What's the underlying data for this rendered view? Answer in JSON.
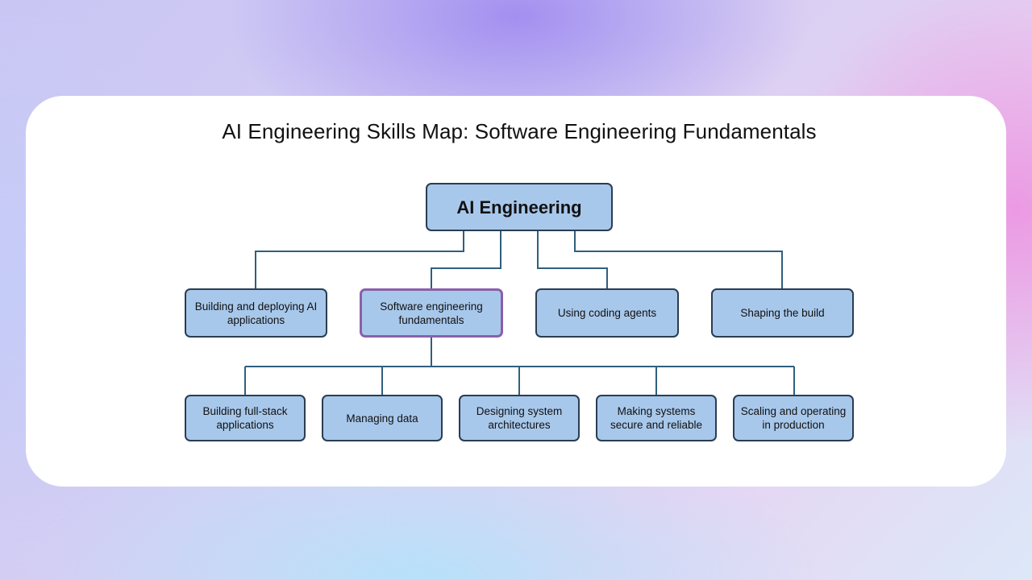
{
  "title": "AI Engineering Skills Map: Software Engineering Fundamentals",
  "colors": {
    "node_fill": "#a8c8eb",
    "node_border": "#2a3d52",
    "highlight_border": "#8b5fa8",
    "connector": "#2f5f7f"
  },
  "diagram": {
    "root": "AI Engineering",
    "level1": [
      "Building and deploying AI applications",
      "Software engineering fundamentals",
      "Using coding agents",
      "Shaping the build"
    ],
    "selected": "Software engineering fundamentals",
    "level2": [
      "Building full-stack applications",
      "Managing data",
      "Designing system architectures",
      "Making systems secure and reliable",
      "Scaling and operating in production"
    ]
  }
}
